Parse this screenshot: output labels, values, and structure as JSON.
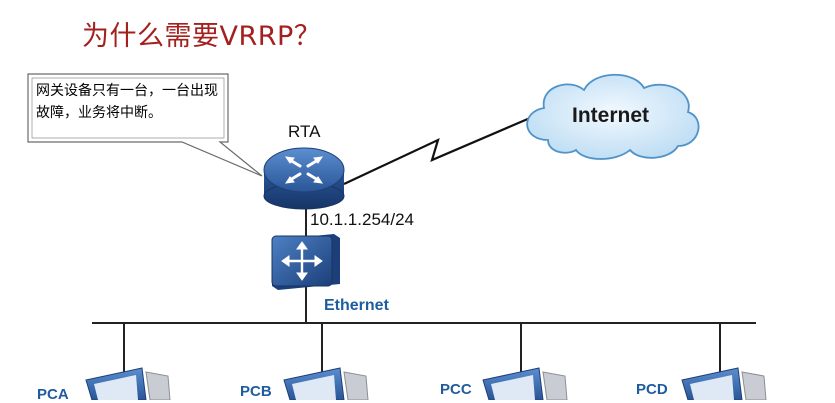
{
  "title": "为什么需要VRRP？",
  "callout": {
    "text": "网关设备只有一台，一台出现故障，业务将中断。"
  },
  "router": {
    "label": "RTA"
  },
  "interface_ip": "10.1.1.254/24",
  "switch_segment": {
    "label": "Ethernet"
  },
  "cloud": {
    "label": "Internet"
  },
  "hosts": [
    {
      "label": "PCA"
    },
    {
      "label": "PCB"
    },
    {
      "label": "PCC"
    },
    {
      "label": "PCD"
    }
  ],
  "colors": {
    "title": "#a3201f",
    "label_blue": "#1f5c9e",
    "device_blue": "#2d5a9a",
    "cloud_fill": "#cfe6f7"
  }
}
